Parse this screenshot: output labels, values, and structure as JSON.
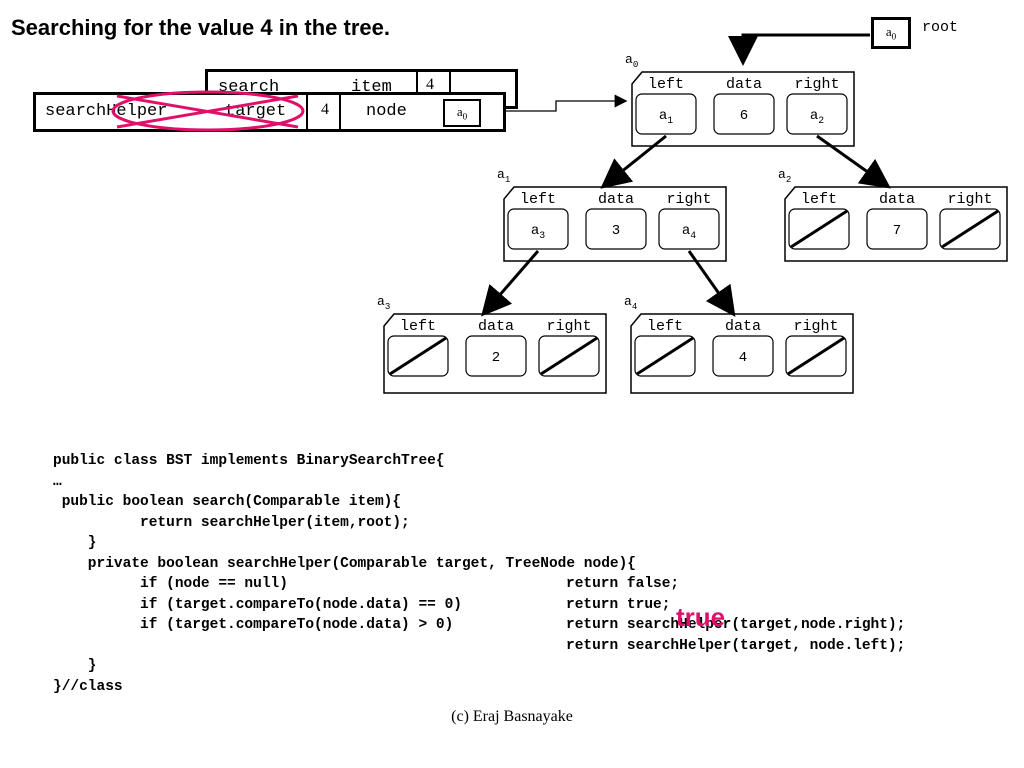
{
  "title": "Searching for the value 4 in the tree.",
  "root": {
    "label": "root",
    "pointer": "a0"
  },
  "frames": {
    "search": {
      "method": "search",
      "param": "item",
      "value": "4"
    },
    "searchHelper": {
      "method": "searchHelper",
      "param": "target",
      "value": "4",
      "param2": "node",
      "pointer": "a0"
    }
  },
  "tree": {
    "field_labels": {
      "left": "left",
      "data": "data",
      "right": "right"
    },
    "nodes": [
      {
        "id": "a0",
        "data": "6",
        "left": "a1",
        "right": "a2"
      },
      {
        "id": "a1",
        "data": "3",
        "left": "a3",
        "right": "a4"
      },
      {
        "id": "a2",
        "data": "7",
        "left": null,
        "right": null
      },
      {
        "id": "a3",
        "data": "2",
        "left": null,
        "right": null
      },
      {
        "id": "a4",
        "data": "4",
        "left": null,
        "right": null
      }
    ]
  },
  "code": {
    "lines": [
      {
        "left": "public class BST implements BinarySearchTree{",
        "right": ""
      },
      {
        "left": "…",
        "right": ""
      },
      {
        "left": " public boolean search(Comparable item){",
        "right": ""
      },
      {
        "left": "          return searchHelper(item,root);",
        "right": ""
      },
      {
        "left": "    }",
        "right": ""
      },
      {
        "left": "    private boolean searchHelper(Comparable target, TreeNode node){",
        "right": ""
      },
      {
        "left": "          if (node == null)",
        "right": "return false;"
      },
      {
        "left": "          if (target.compareTo(node.data) == 0)",
        "right": "return true;"
      },
      {
        "left": "          if (target.compareTo(node.data) > 0)",
        "right": "return searchHelper(target,node.right);"
      },
      {
        "left": "",
        "right": "return searchHelper(target, node.left);"
      },
      {
        "left": "    }",
        "right": ""
      },
      {
        "left": "}//class",
        "right": ""
      }
    ]
  },
  "annotation": "true",
  "copyright": "(c) Eraj Basnayake",
  "colors": {
    "highlight": "#e0106a",
    "ink": "#000000"
  }
}
